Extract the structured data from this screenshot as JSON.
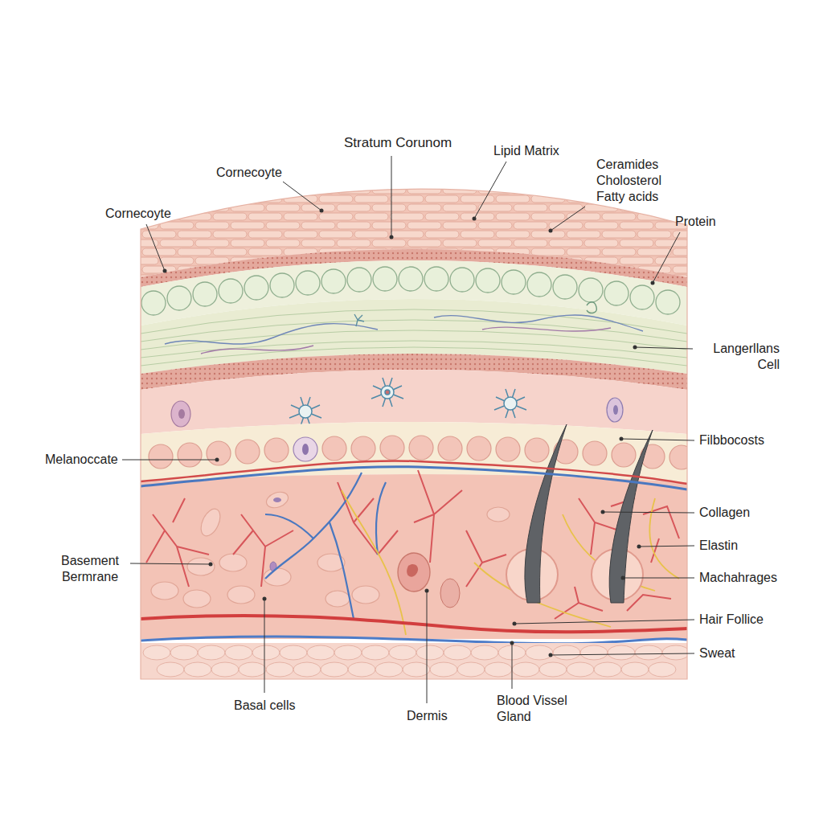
{
  "diagram": {
    "labels": [
      "Stratum Corunom",
      "Lipid Matrix",
      "Cornecoyte",
      "Ceramides Cholosterol Fatty acids",
      "Cornecoyte",
      "Protein",
      "Langerllans Cell",
      "Filbbocosts",
      "Melanoccate",
      "Collagen",
      "Elastin",
      "Basement Bermrane",
      "Machahrages",
      "Hair Follice",
      "Sweat",
      "Basal cells",
      "Dermis",
      "Blood Vissel Gland"
    ]
  }
}
